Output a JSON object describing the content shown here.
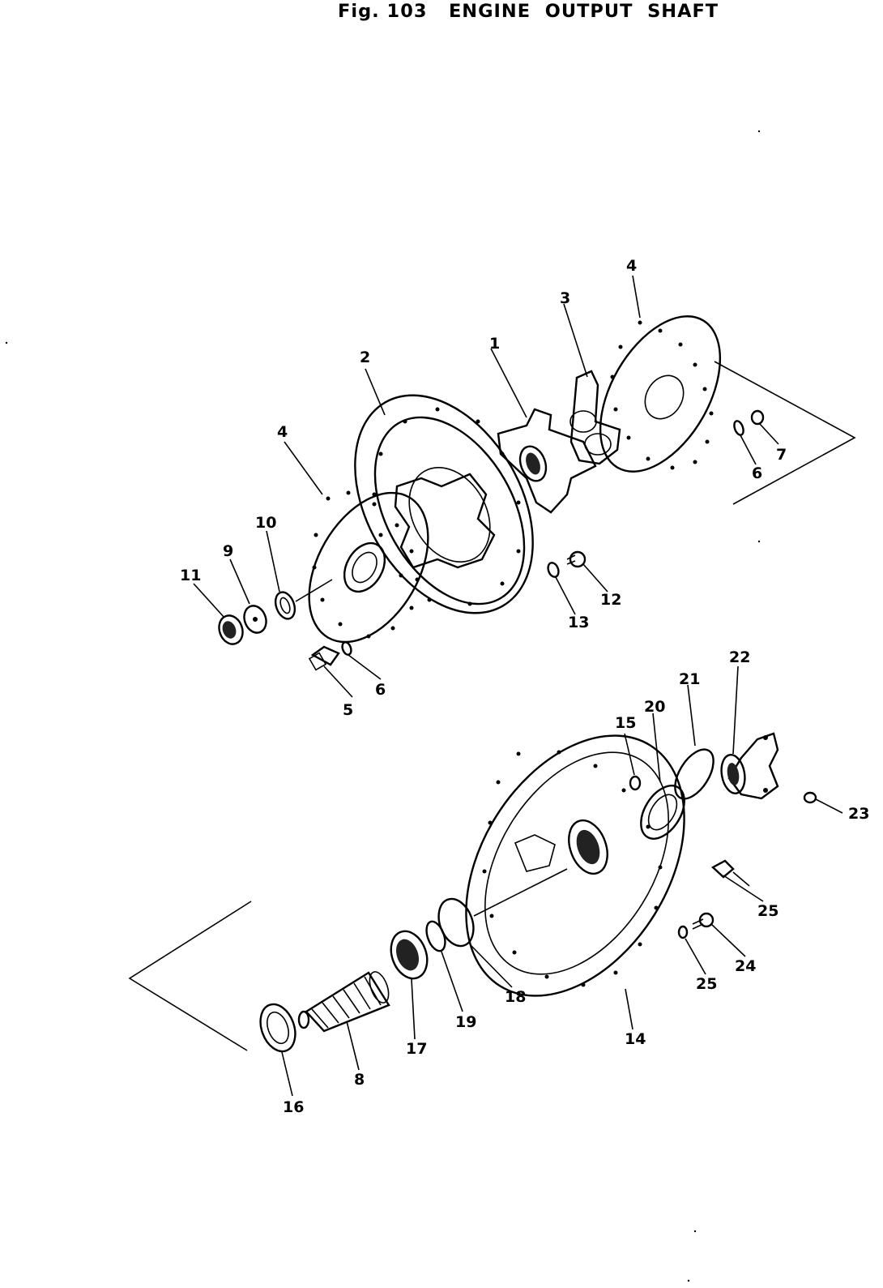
{
  "figure": {
    "title": "Fig. 103   ENGINE  OUTPUT  SHAFT"
  },
  "callouts": [
    "1",
    "2",
    "3",
    "4",
    "4",
    "5",
    "6",
    "6",
    "7",
    "8",
    "9",
    "10",
    "11",
    "12",
    "13",
    "14",
    "15",
    "16",
    "17",
    "18",
    "19",
    "20",
    "21",
    "22",
    "23",
    "24",
    "25",
    "25"
  ]
}
